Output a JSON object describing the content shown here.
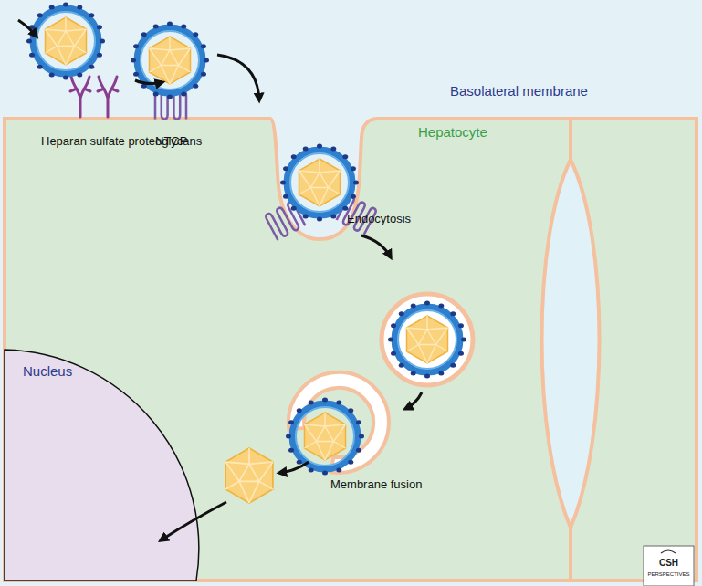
{
  "diagram": {
    "nodes": [
      {
        "text": [
          "Hepatocyte"
        ]
      },
      {
        "text": [
          "Nucleus"
        ],
        "in": 0
      }
    ],
    "labels": [
      "Basolateral membrane",
      "Heparan sulfate proteoglycans",
      "NTCP",
      "Endocytosis",
      "Membrane fusion",
      "CSH",
      "PERSPECTIVES"
    ]
  }
}
